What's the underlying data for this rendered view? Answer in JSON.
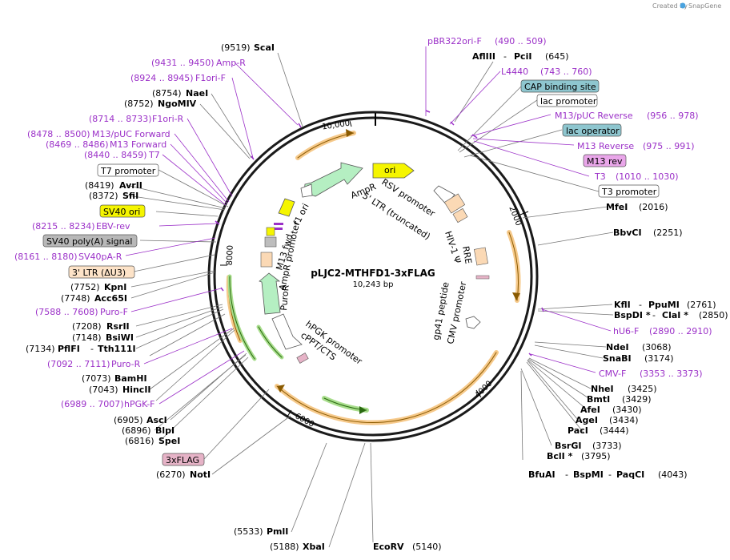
{
  "credit": {
    "created_by": "Created by",
    "brand": "SnapGene"
  },
  "map": {
    "name": "pLJC2-MTHFD1-3xFLAG",
    "size_label": "10,243 bp"
  },
  "ticks": [
    "10,000",
    "2000",
    "4000",
    "6000",
    "8000"
  ],
  "sites": [
    {
      "pos": "(9519)",
      "name": "ScaI"
    },
    {
      "pos": "",
      "name": "AflIII",
      "name2": "PciI",
      "pos2": "(645)"
    },
    {
      "pos": "(8754)",
      "name": "NaeI"
    },
    {
      "pos": "(8752)",
      "name": "NgoMIV"
    },
    {
      "pos": "(8419)",
      "name": "AvrII"
    },
    {
      "pos": "(8372)",
      "name": "SfiI"
    },
    {
      "pos": "(2016)",
      "name": "MfeI"
    },
    {
      "pos": "(2251)",
      "name": "BbvCI"
    },
    {
      "pos": "(7752)",
      "name": "KpnI"
    },
    {
      "pos": "(7748)",
      "name": "Acc65I"
    },
    {
      "pos": "(2761)",
      "name": "KflI",
      "name2": "PpuMI"
    },
    {
      "pos": "(2850)",
      "name": "BspDI *",
      "name2": "ClaI *"
    },
    {
      "pos": "(7208)",
      "name": "RsrII"
    },
    {
      "pos": "(7148)",
      "name": "BsiWI"
    },
    {
      "pos": "(7134)",
      "name": "PflFI",
      "name2": "Tth111I"
    },
    {
      "pos": "(3068)",
      "name": "NdeI"
    },
    {
      "pos": "(3174)",
      "name": "SnaBI"
    },
    {
      "pos": "(7073)",
      "name": "BamHI"
    },
    {
      "pos": "(7043)",
      "name": "HincII"
    },
    {
      "pos": "(3425)",
      "name": "NheI"
    },
    {
      "pos": "(3429)",
      "name": "BmtI"
    },
    {
      "pos": "(3430)",
      "name": "AfeI"
    },
    {
      "pos": "(3434)",
      "name": "AgeI"
    },
    {
      "pos": "(3444)",
      "name": "PacI"
    },
    {
      "pos": "(6905)",
      "name": "AscI"
    },
    {
      "pos": "(6896)",
      "name": "BlpI"
    },
    {
      "pos": "(6816)",
      "name": "SpeI"
    },
    {
      "pos": "(3733)",
      "name": "BsrGI"
    },
    {
      "pos": "(3795)",
      "name": "BclI *"
    },
    {
      "pos": "(6270)",
      "name": "NotI"
    },
    {
      "pos": "(4043)",
      "name": "BfuAI",
      "name2": "BspMI",
      "name3": "PaqCI"
    },
    {
      "pos": "(5533)",
      "name": "PmlI"
    },
    {
      "pos": "(5188)",
      "name": "XbaI"
    },
    {
      "pos": "(5140)",
      "name": "EcoRV"
    }
  ],
  "primers": [
    {
      "label": "pBR322ori-F",
      "range": "(490 .. 509)"
    },
    {
      "label": "L4440",
      "range": "(743 .. 760)"
    },
    {
      "label": "M13/pUC Reverse",
      "range": "(956 .. 978)"
    },
    {
      "label": "M13 Reverse",
      "range": "(975 .. 991)"
    },
    {
      "label": "T3",
      "range": "(1010 .. 1030)"
    },
    {
      "label": "Amp-R",
      "range": "(9431 .. 9450)"
    },
    {
      "label": "F1ori-F",
      "range": "(8924 .. 8945)"
    },
    {
      "label": "F1ori-R",
      "range": "(8714 .. 8733)"
    },
    {
      "label": "M13/pUC Forward",
      "range": "(8478 .. 8500)"
    },
    {
      "label": "M13 Forward",
      "range": "(8469 .. 8486)"
    },
    {
      "label": "T7",
      "range": "(8440 .. 8459)"
    },
    {
      "label": "EBV-rev",
      "range": "(8215 .. 8234)"
    },
    {
      "label": "SV40pA-R",
      "range": "(8161 .. 8180)"
    },
    {
      "label": "Puro-F",
      "range": "(7588 .. 7608)"
    },
    {
      "label": "Puro-R",
      "range": "(7092 .. 7111)"
    },
    {
      "label": "hPGK-F",
      "range": "(6989 .. 7007)"
    },
    {
      "label": "hU6-F",
      "range": "(2890 .. 2910)"
    },
    {
      "label": "CMV-F",
      "range": "(3353 .. 3373)"
    }
  ],
  "boxes": [
    {
      "label": "CAP binding site",
      "fill": "#8ec6cf"
    },
    {
      "label": "lac promoter",
      "fill": "#ffffff"
    },
    {
      "label": "lac operator",
      "fill": "#8ec6cf"
    },
    {
      "label": "M13 rev",
      "fill": "#e9a6e9"
    },
    {
      "label": "T3 promoter",
      "fill": "#ffffff"
    },
    {
      "label": "T7 promoter",
      "fill": "#ffffff"
    },
    {
      "label": "SV40 ori",
      "fill": "#f5f500"
    },
    {
      "label": "SV40 poly(A) signal",
      "fill": "#b8b8b8"
    },
    {
      "label": "3' LTR (ΔU3)",
      "fill": "#fde3c8"
    },
    {
      "label": "3xFLAG",
      "fill": "#e6b3c7"
    }
  ],
  "inner": {
    "ori": "ori",
    "ampr": "AmpR",
    "ampr_promoter": "AmpR promoter",
    "f1_ori": "f1 ori",
    "m13_fwd": "M13 fwd",
    "rsv_promoter": "RSV promoter",
    "ltr5": "5' LTR (truncated)",
    "hiv_psi": "HIV-1 Ψ",
    "rre": "RRE",
    "gp41": "gp41 peptide",
    "cmv": "CMV promoter",
    "puror": "PuroR",
    "hpgk": "hPGK promoter",
    "cppt": "cPPT/CTS"
  },
  "colors": {
    "ring": "#1a1a1a",
    "orange": "#f0a21e",
    "green": "#3aa51d",
    "primer": "#9b30c8",
    "ampr": "#b5efc2",
    "ori": "#f5f500",
    "ltr": "#fbd9b5",
    "gray": "#bdbdbd"
  }
}
